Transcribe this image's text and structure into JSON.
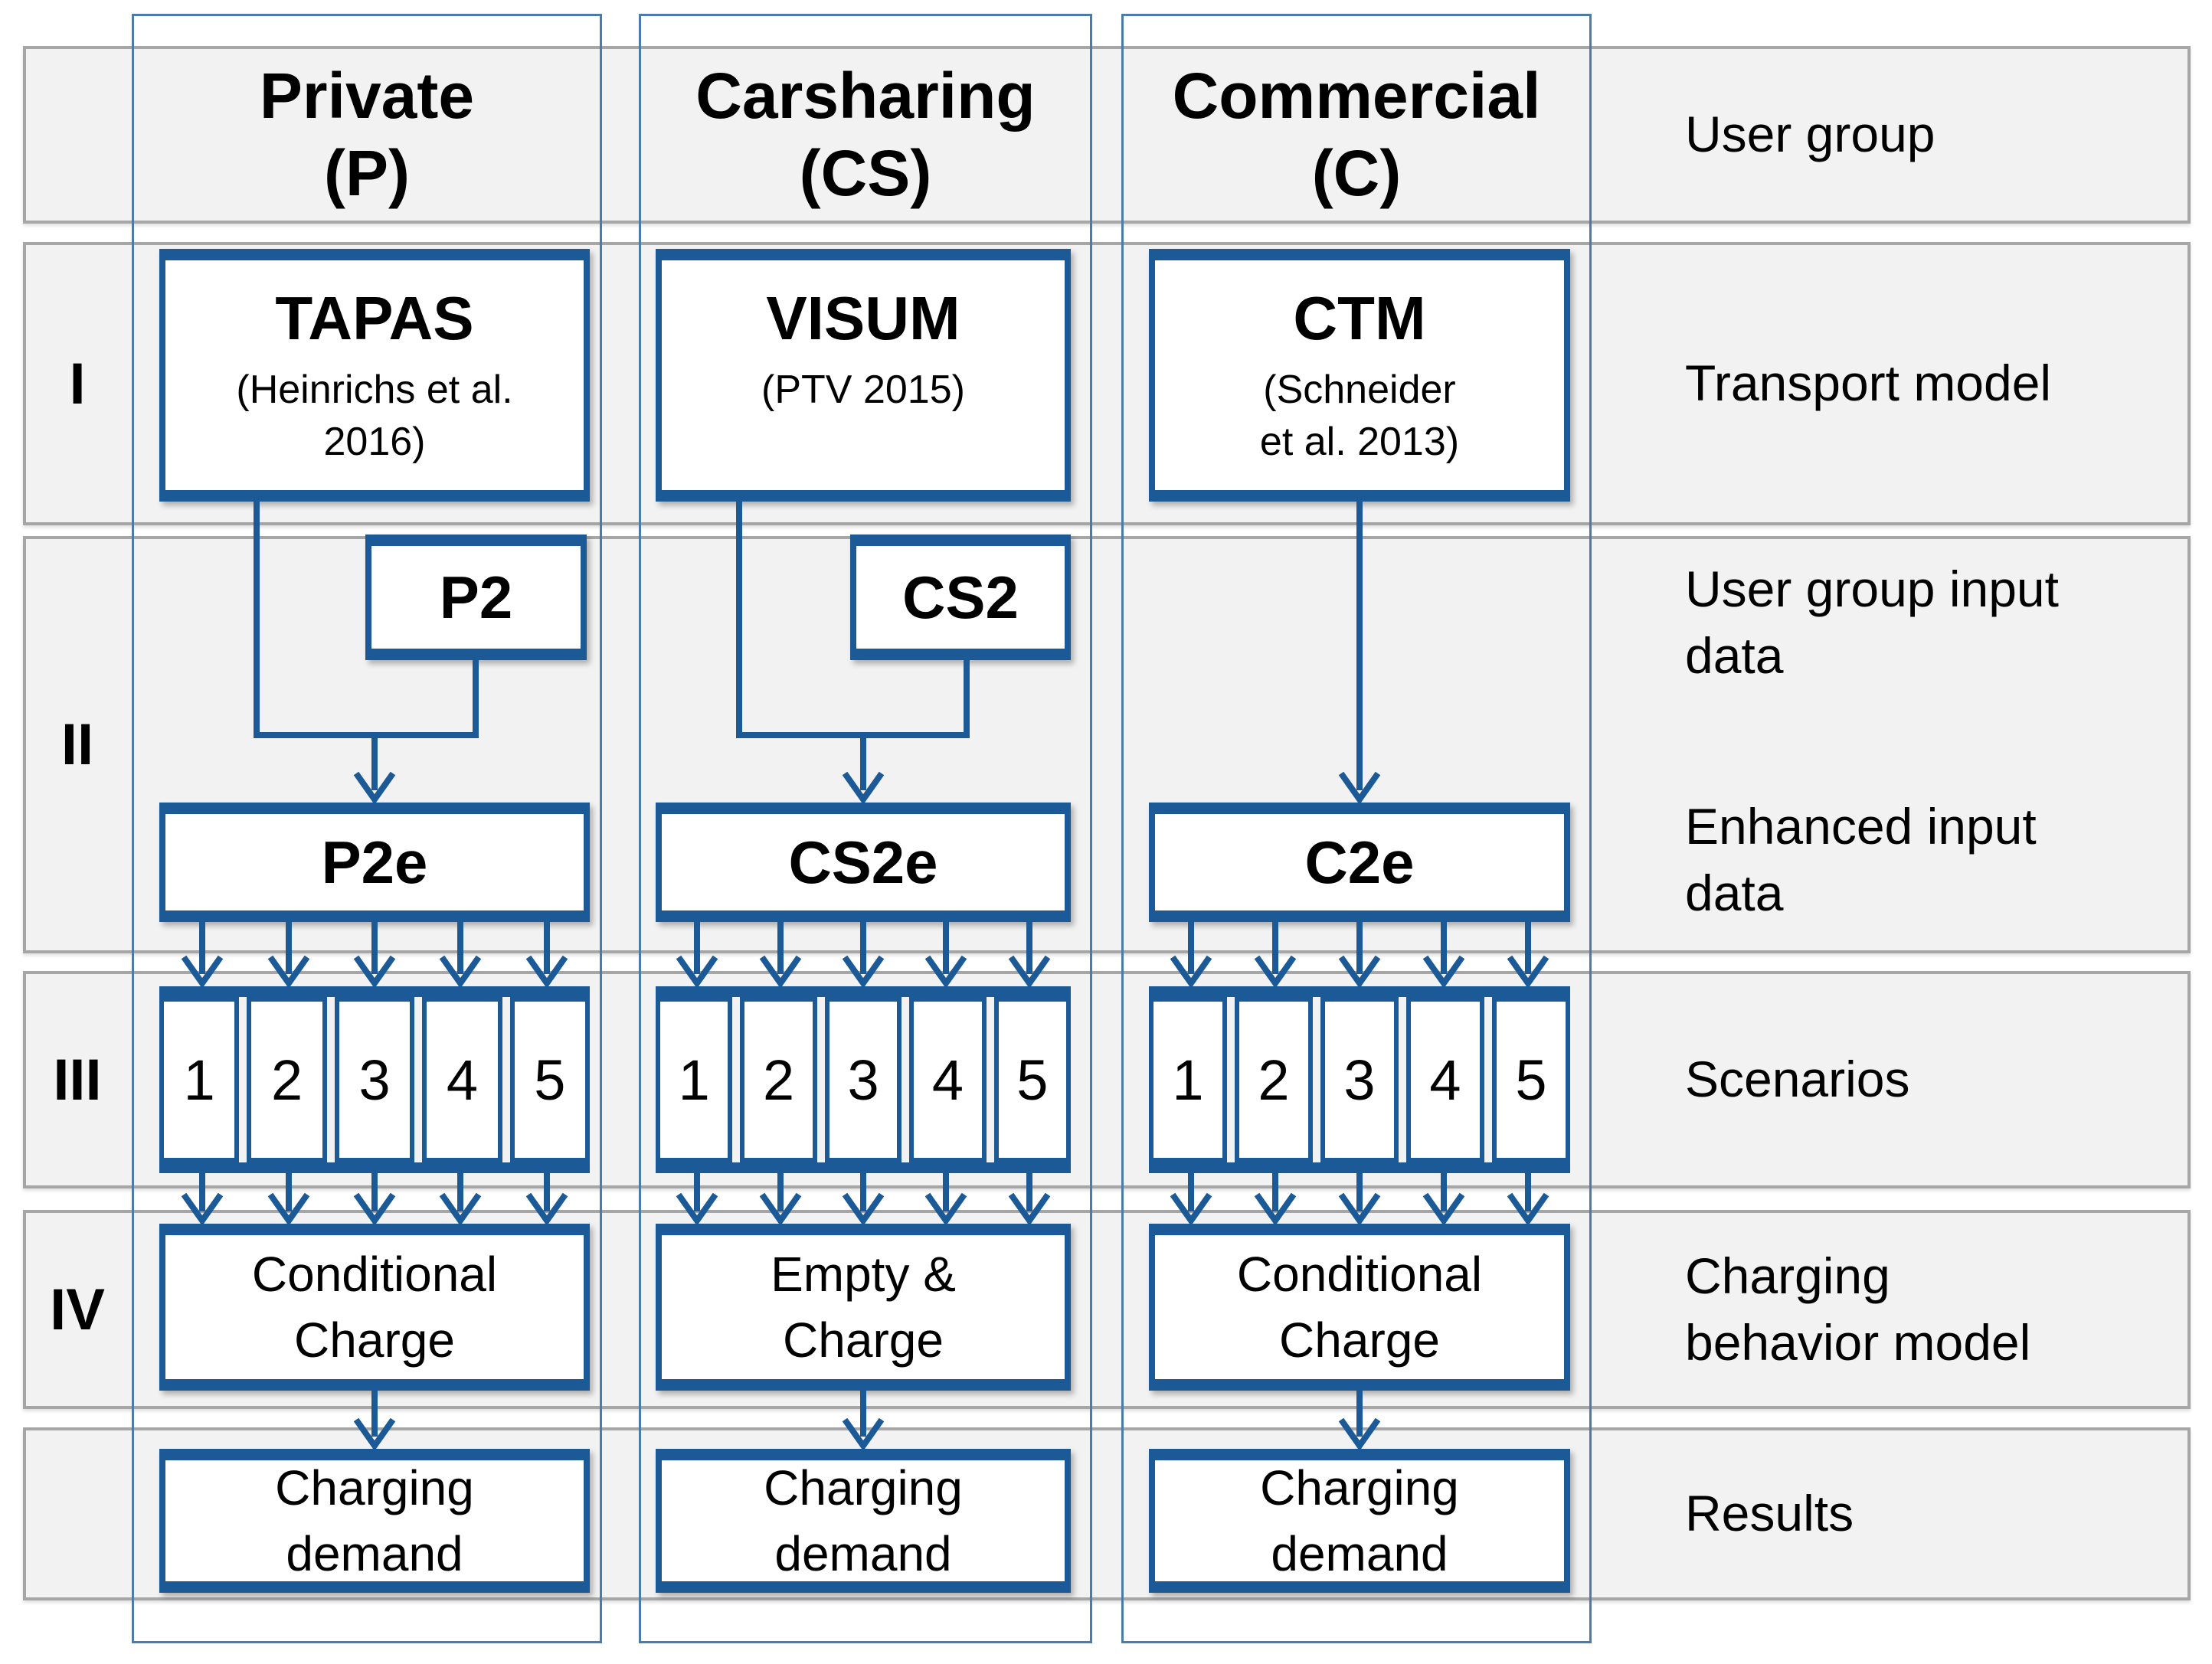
{
  "user_groups": [
    {
      "label": "Private\n(P)"
    },
    {
      "label": "Carsharing\n(CS)"
    },
    {
      "label": "Commercial\n(C)"
    }
  ],
  "row_labels": {
    "i": "I",
    "ii": "II",
    "iii": "III",
    "iv": "IV"
  },
  "right_labels": {
    "user_group": "User group",
    "transport_model": "Transport model",
    "user_group_input_data": "User group input\ndata",
    "enhanced_input_data": "Enhanced input\ndata",
    "scenarios": "Scenarios",
    "charging_behavior_model": "Charging\nbehavior model",
    "results": "Results"
  },
  "transport_models": [
    {
      "name": "TAPAS",
      "citation": "(Heinrichs et al.\n2016)"
    },
    {
      "name": "VISUM",
      "citation": "(PTV 2015)"
    },
    {
      "name": "CTM",
      "citation": "(Schneider\net al. 2013)"
    }
  ],
  "user_group_input": [
    {
      "label": "P2"
    },
    {
      "label": "CS2"
    }
  ],
  "enhanced_input": [
    {
      "label": "P2e"
    },
    {
      "label": "CS2e"
    },
    {
      "label": "C2e"
    }
  ],
  "scenarios": [
    "1",
    "2",
    "3",
    "4",
    "5"
  ],
  "charging_models": [
    {
      "label": "Conditional\nCharge"
    },
    {
      "label": "Empty &\nCharge"
    },
    {
      "label": "Conditional\nCharge"
    }
  ],
  "results": [
    {
      "label": "Charging\ndemand"
    },
    {
      "label": "Charging\ndemand"
    },
    {
      "label": "Charging\ndemand"
    }
  ],
  "colors": {
    "box_border_blue": "#1b5a96",
    "column_outline_blue": "#4d7ba7",
    "arrow_blue": "#1b5a96",
    "band_fill": "#f2f2f2",
    "band_border": "#a6a6a6"
  }
}
